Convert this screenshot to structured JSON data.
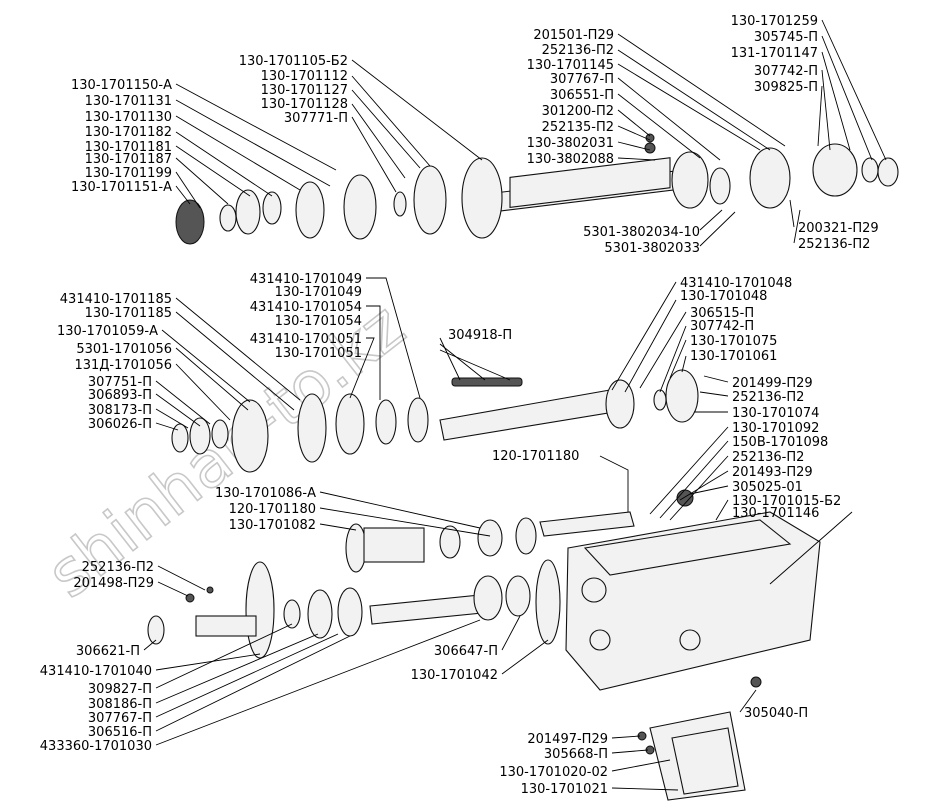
{
  "watermark": "shinhan-to.kz",
  "labels": {
    "top_left": [
      "130-1701150-А",
      "130-1701131",
      "130-1701130",
      "130-1701182",
      "130-1701181",
      "130-1701187",
      "130-1701199",
      "130-1701151-А"
    ],
    "top_mid": [
      "130-1701105-Б2",
      "130-1701112",
      "130-1701127",
      "130-1701128",
      "307771-П"
    ],
    "top_center": [
      "201501-П29",
      "252136-П2",
      "130-1701145",
      "307767-П",
      "306551-П",
      "301200-П2",
      "252135-П2",
      "130-3802031",
      "130-3802088"
    ],
    "top_right": [
      "130-1701259",
      "305745-П",
      "131-1701147",
      "307742-П",
      "309825-П"
    ],
    "top_bottom": [
      "5301-3802034-10",
      "5301-3802033"
    ],
    "top_bottom_right": [
      "200321-П29",
      "252136-П2"
    ],
    "mid_left": [
      "431410-1701185",
      "130-1701185",
      "130-1701059-А",
      "5301-1701056",
      "131Д-1701056",
      "307751-П",
      "306893-П",
      "308173-П",
      "306026-П"
    ],
    "mid_center": [
      "431410-1701049",
      "130-1701049",
      "431410-1701054",
      "130-1701054",
      "431410-1701051",
      "130-1701051"
    ],
    "mid_center2": [
      "304918-П"
    ],
    "mid_right": [
      "431410-1701048",
      "130-1701048",
      "306515-П",
      "307742-П",
      "130-1701075",
      "130-1701061"
    ],
    "mid_right2": [
      "201499-П29",
      "252136-П2",
      "130-1701074",
      "130-1701092",
      "150В-1701098",
      "252136-П2",
      "201493-П29",
      "305025-01",
      "130-1701015-Б2",
      "130-1701146"
    ],
    "shaft_label": "120-1701180",
    "low_center": [
      "130-1701086-А",
      "120-1701180",
      "130-1701082"
    ],
    "low_left": [
      "252136-П2",
      "201498-П29"
    ],
    "bottom_left": [
      "306621-П",
      "431410-1701040",
      "309827-П",
      "308186-П",
      "307767-П",
      "306516-П",
      "433360-1701030"
    ],
    "bottom_mid": [
      "306647-П",
      "130-1701042"
    ],
    "bottom_right": [
      "305040-П"
    ],
    "bottom_center": [
      "201497-П29",
      "305668-П",
      "130-1701020-02",
      "130-1701021"
    ]
  }
}
